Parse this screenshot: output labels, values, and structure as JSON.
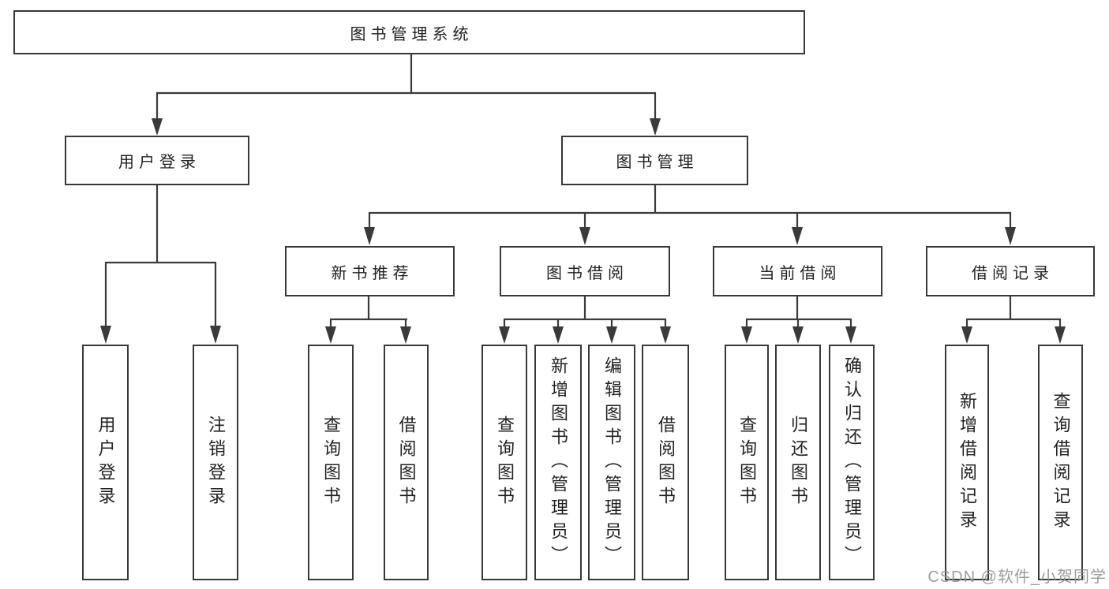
{
  "tree": {
    "label": "图书管理系统",
    "children": [
      {
        "label": "用户登录",
        "children": [
          {
            "label": "用户登录"
          },
          {
            "label": "注销登录"
          }
        ]
      },
      {
        "label": "图书管理",
        "children": [
          {
            "label": "新书推荐",
            "children": [
              {
                "label": "查询图书"
              },
              {
                "label": "借阅图书"
              }
            ]
          },
          {
            "label": "图书借阅",
            "children": [
              {
                "label": "查询图书"
              },
              {
                "label": "新增图书（管理员）"
              },
              {
                "label": "编辑图书（管理员）"
              },
              {
                "label": "借阅图书"
              }
            ]
          },
          {
            "label": "当前借阅",
            "children": [
              {
                "label": "查询图书"
              },
              {
                "label": "归还图书"
              },
              {
                "label": "确认归还（管理员）"
              }
            ]
          },
          {
            "label": "借阅记录",
            "children": [
              {
                "label": "新增借阅记录"
              },
              {
                "label": "查询借阅记录"
              }
            ]
          }
        ]
      }
    ]
  },
  "watermark": "CSDN @软件_小贺同学",
  "colors": {
    "line": "#3a3a3a",
    "box_border": "#383838",
    "text": "#222222",
    "watermark": "#949494",
    "background": "#ffffff"
  }
}
